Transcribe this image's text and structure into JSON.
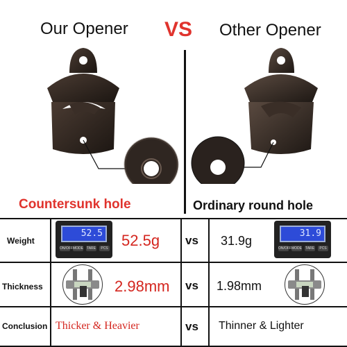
{
  "header": {
    "left_title": "Our Opener",
    "vs_label": "VS",
    "right_title": "Other Opener"
  },
  "captions": {
    "left": "Countersunk hole",
    "right": "Ordinary round hole"
  },
  "table": {
    "vs_label": "vs",
    "rows": [
      {
        "label": "Weight",
        "scale_left": "52.5",
        "left_value": "52.5g",
        "right_value": "31.9g",
        "scale_right": "31.9"
      },
      {
        "label": "Thickness",
        "left_value": "2.98mm",
        "right_value": "1.98mm"
      },
      {
        "label": "Conclusion",
        "left_value": "Thicker & Heavier",
        "right_value": "Thinner & Lighter"
      }
    ],
    "scale_buttons": [
      "ON/OFF",
      "MODE",
      "TARE",
      "PCS"
    ]
  },
  "colors": {
    "accent_red": "#e0332d",
    "opener_dark": "#2a211c",
    "scale_screen": "#2d4bd8"
  }
}
